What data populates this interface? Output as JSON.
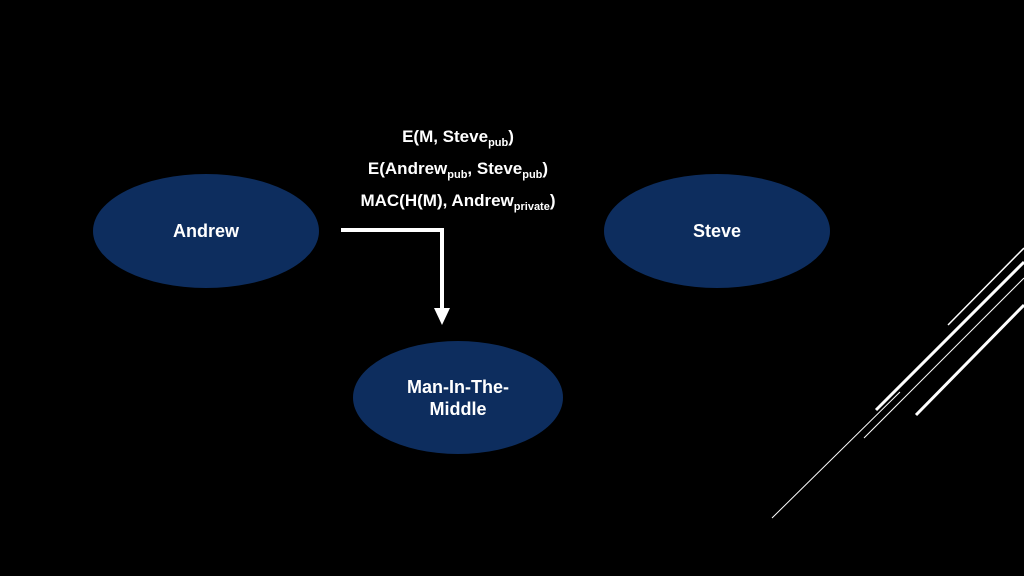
{
  "nodes": {
    "andrew": "Andrew",
    "steve": "Steve",
    "mitm": "Man-In-The-Middle"
  },
  "messages": [
    {
      "pre": "E(M, Steve",
      "sub": "pub",
      "post": ")"
    },
    {
      "pre": "E(Andrew",
      "sub1": "pub",
      "mid": ", Steve",
      "sub2": "pub",
      "post": ")"
    },
    {
      "pre": "MAC(H(M), Andrew",
      "sub": "private",
      "post": ")"
    }
  ],
  "colors": {
    "background": "#000000",
    "node_fill": "#0d2d5e",
    "text": "#ffffff",
    "arrow": "#ffffff"
  }
}
